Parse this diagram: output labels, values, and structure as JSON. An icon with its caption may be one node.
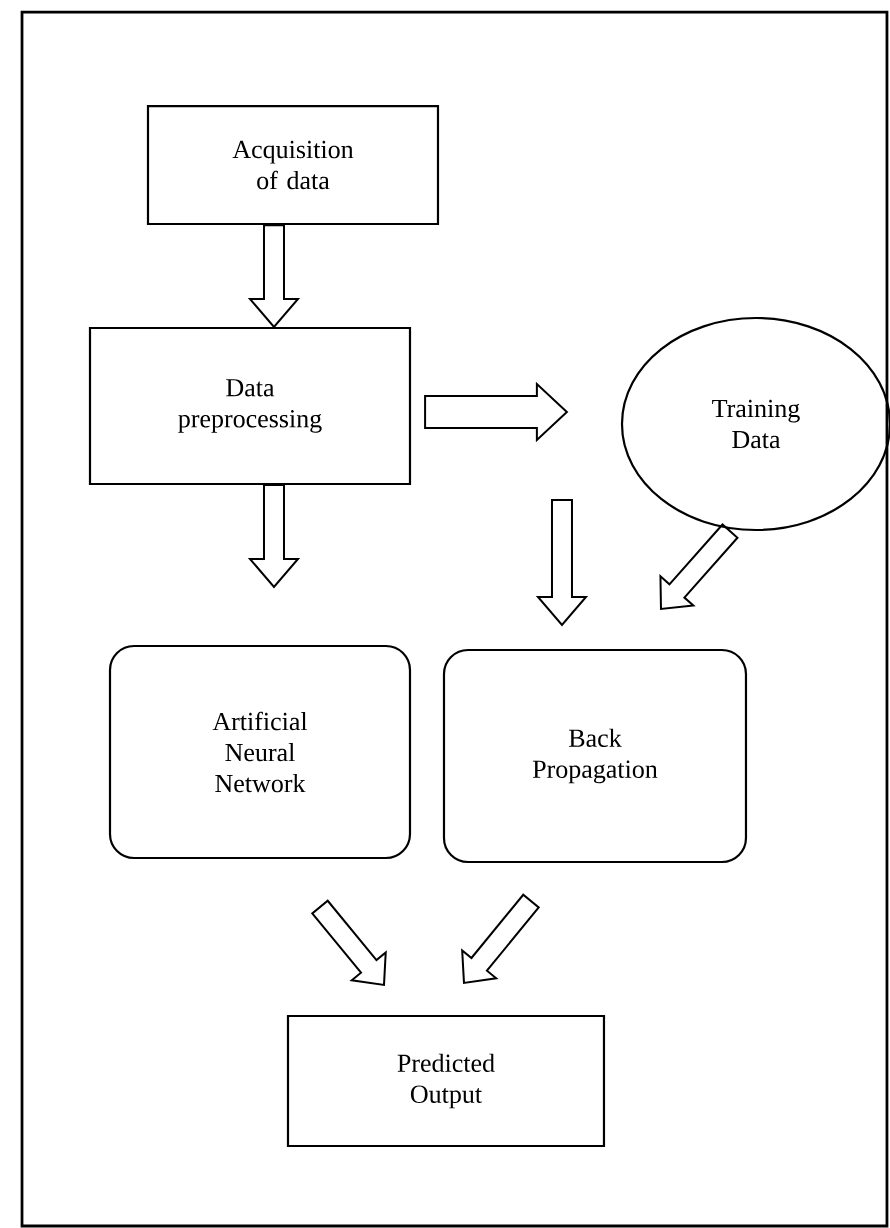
{
  "diagram": {
    "nodes": [
      {
        "text": [
          "Acquisition of data"
        ]
      },
      {
        "text": [
          "Data preprocessing"
        ]
      },
      {
        "text": [
          "Training Data"
        ]
      },
      {
        "text": [
          "Artificial Neural Network"
        ]
      },
      {
        "text": [
          "Back Propagation"
        ]
      },
      {
        "text": [
          "Predicted Output"
        ]
      }
    ],
    "edges": [
      {
        "from": 0,
        "to": 1,
        "arrow": "to"
      },
      {
        "from": 1,
        "to": 2,
        "arrow": "to"
      },
      {
        "from": 1,
        "to": 3,
        "arrow": "to"
      },
      {
        "from": null,
        "to": 4,
        "arrow": "to"
      },
      {
        "from": 2,
        "to": 4,
        "arrow": "to"
      },
      {
        "from": 3,
        "to": 5,
        "arrow": "to"
      },
      {
        "from": 4,
        "to": 5,
        "arrow": "to"
      }
    ]
  }
}
